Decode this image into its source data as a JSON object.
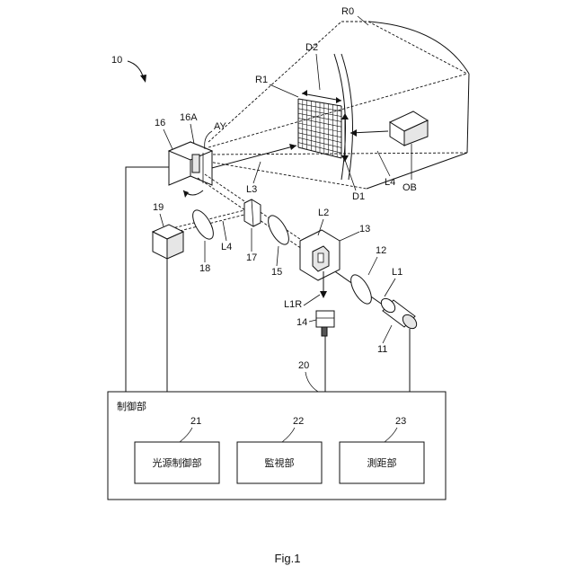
{
  "figure": {
    "number_label": "10",
    "caption": "Fig.1"
  },
  "labels": {
    "r0": "R0",
    "r1": "R1",
    "d1": "D1",
    "d2": "D2",
    "ob": "OB",
    "l1": "L1",
    "l1r": "L1R",
    "l2": "L2",
    "l3": "L3",
    "l4_top": "L4",
    "l4_left": "L4",
    "ay": "AY",
    "c11": "11",
    "c12": "12",
    "c13": "13",
    "c14": "14",
    "c15": "15",
    "c16": "16",
    "c16a": "16A",
    "c17": "17",
    "c18": "18",
    "c19": "19",
    "c20": "20",
    "c21": "21",
    "c22": "22",
    "c23": "23"
  },
  "controller": {
    "title": "制御部",
    "units": [
      {
        "number": "21",
        "label": "光源制御部"
      },
      {
        "number": "22",
        "label": "監視部"
      },
      {
        "number": "23",
        "label": "測距部"
      }
    ]
  }
}
